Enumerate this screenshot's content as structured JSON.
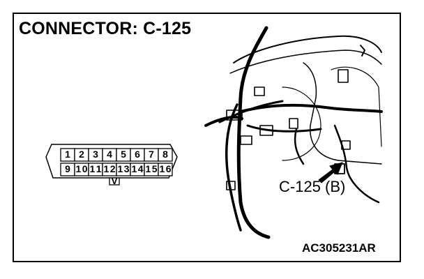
{
  "title": "CONNECTOR: C-125",
  "callout": "C-125 (B)",
  "reference": "AC305231AR",
  "connector": {
    "top_row": [
      "1",
      "2",
      "3",
      "4",
      "5",
      "6",
      "7",
      "8"
    ],
    "bottom_row": [
      "9",
      "10",
      "11",
      "12",
      "13",
      "14",
      "15",
      "16"
    ],
    "key_mark": "V"
  }
}
